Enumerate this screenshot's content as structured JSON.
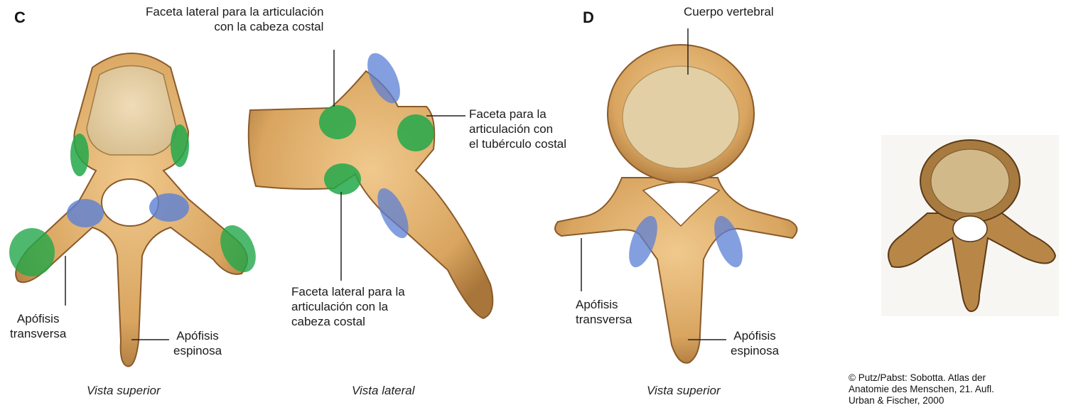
{
  "panel_c": {
    "letter": "C",
    "caption_top": "Vista superior",
    "caption_lateral": "Vista lateral",
    "label_transversa": "Apófisis\ntransversa",
    "label_espinosa": "Apófisis\nespinosa",
    "label_faceta_top": "Faceta lateral para la articulación\ncon la cabeza costal",
    "label_faceta_tuberculo": "Faceta para la\narticulación con\nel tubérculo costal",
    "label_faceta_bottom": "Faceta lateral para la\narticulación con la\ncabeza costal"
  },
  "panel_d": {
    "letter": "D",
    "caption": "Vista superior",
    "label_cuerpo": "Cuerpo vertebral",
    "label_transversa": "Apófisis\ntransversa",
    "label_espinosa": "Apófisis\nespinosa"
  },
  "credit": "© Putz/Pabst: Sobotta. Atlas der\nAnatomie des Menschen, 21. Aufl.\nUrban & Fischer, 2000",
  "colors": {
    "bone": "#d9a560",
    "bone_dark": "#8a5a2a",
    "body_fill": "#ead6b0",
    "facet_green": "#22a84a",
    "facet_blue": "#5b7fd6"
  }
}
